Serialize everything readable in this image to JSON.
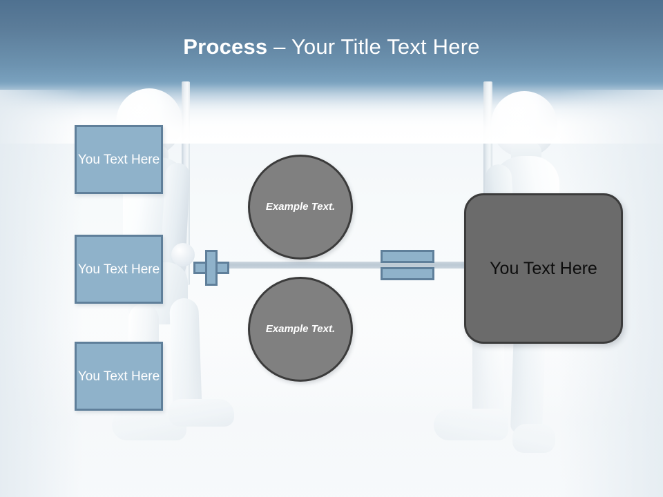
{
  "slide": {
    "title_bold": "Process",
    "title_separator": " – ",
    "title_regular": "Your Title Text Here",
    "header_gradient_top": "#4f7190",
    "header_gradient_bottom": "#7ba3c0",
    "accent_blue": "#8fb2ca",
    "accent_blue_border": "#5f7f9a",
    "gray_fill": "#808080",
    "gray_border": "#3b3b3b",
    "result_fill": "#6b6b6b",
    "background": "#ffffff"
  },
  "left_boxes": [
    {
      "label": "You Text Here"
    },
    {
      "label": "You Text Here"
    },
    {
      "label": "You Text Here"
    }
  ],
  "operators": {
    "plus": "+",
    "equals": "="
  },
  "circles": [
    {
      "label": "Example Text."
    },
    {
      "label": "Example Text."
    }
  ],
  "result": {
    "label": "You Text Here"
  },
  "decor": {
    "figure_left": "3d-person-holding-pole-left",
    "figure_right": "3d-person-holding-pole-right"
  }
}
